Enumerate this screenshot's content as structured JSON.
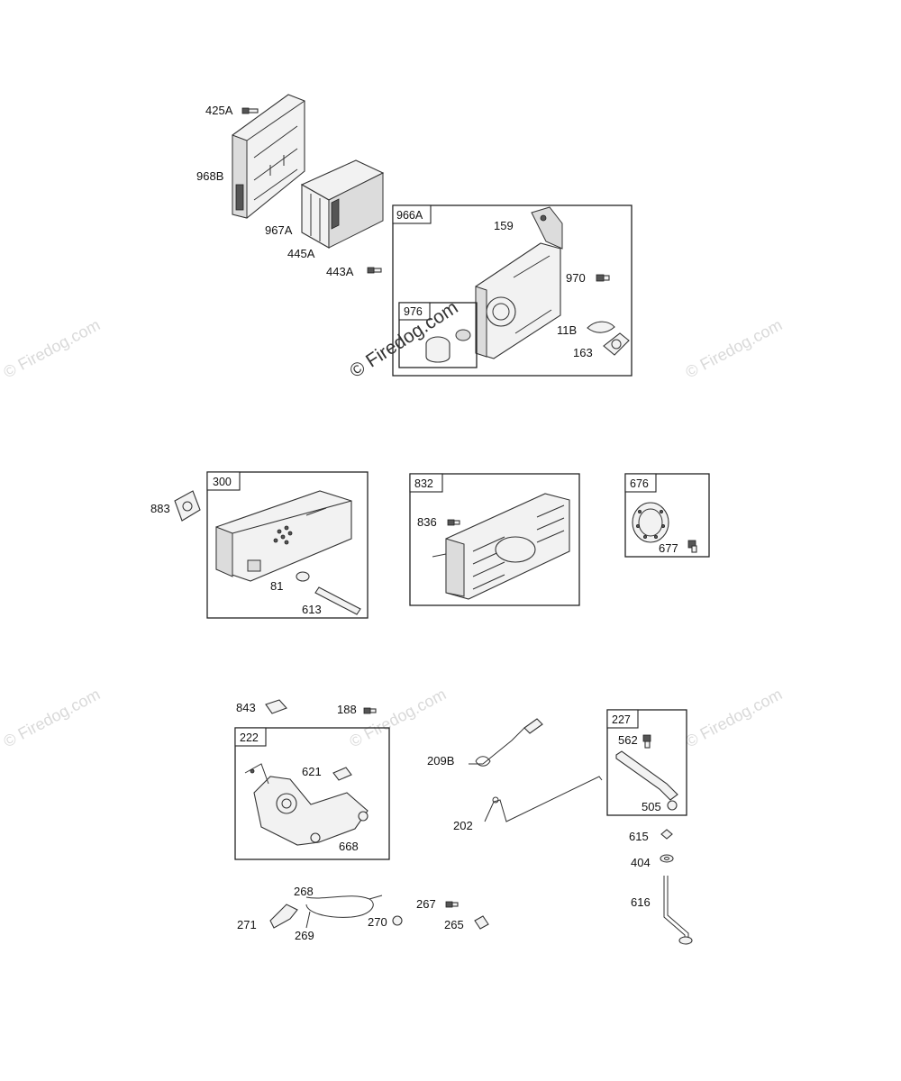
{
  "watermark": {
    "main": "© Firedog.com",
    "faint": "© Firedog.com"
  },
  "groups": {
    "air_cleaner": {
      "box_966A": "966A",
      "box_976": "976",
      "labels": [
        "425A",
        "968B",
        "967A",
        "445A",
        "443A",
        "159",
        "970",
        "11B",
        "163"
      ]
    },
    "muffler": {
      "box_300": "300",
      "box_832": "832",
      "box_676": "676",
      "labels": [
        "883",
        "81",
        "613",
        "836",
        "677"
      ]
    },
    "controls": {
      "box_222": "222",
      "box_227": "227",
      "labels": [
        "843",
        "188",
        "621",
        "668",
        "209B",
        "202",
        "562",
        "505",
        "615",
        "404",
        "616",
        "268",
        "271",
        "269",
        "270",
        "267",
        "265"
      ]
    }
  }
}
